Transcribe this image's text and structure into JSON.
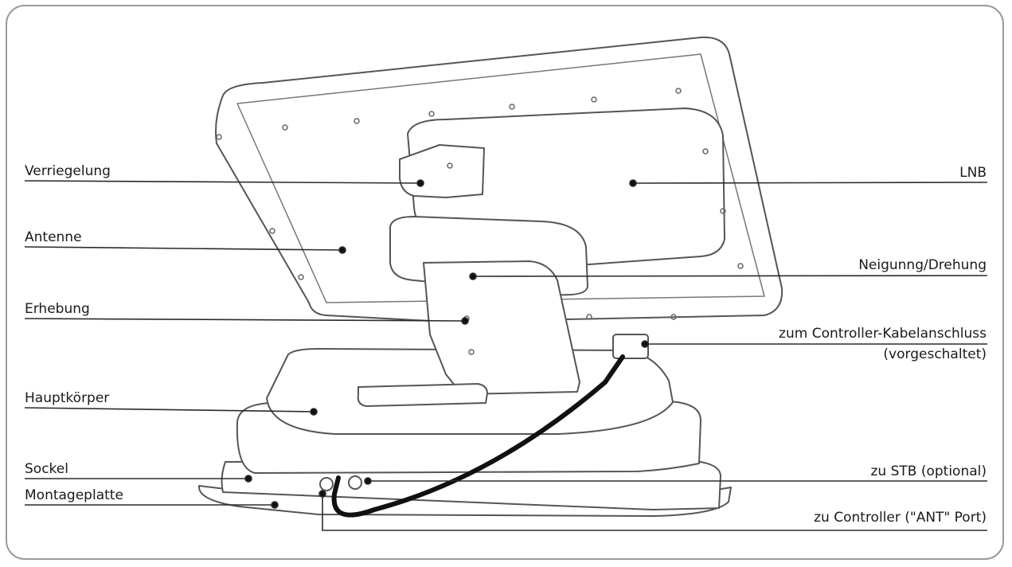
{
  "labels": {
    "verriegelung": "Verriegelung",
    "antenne": "Antenne",
    "erhebung": "Erhebung",
    "hauptkoerper": "Hauptkörper",
    "sockel": "Sockel",
    "montageplatte": "Montageplatte",
    "lnb": "LNB",
    "neigung": "Neigunng/Drehung",
    "controller_kabel_1": "zum Controller-Kabelanschluss",
    "controller_kabel_2": "(vorgeschaltet)",
    "stb": "zu STB (optional)",
    "controller_ant": "zu Controller (\"ANT\" Port)"
  },
  "colors": {
    "line": "#2b2b2b",
    "outline": "#555555",
    "frame": "#9a9a9a",
    "cable": "#111111"
  }
}
